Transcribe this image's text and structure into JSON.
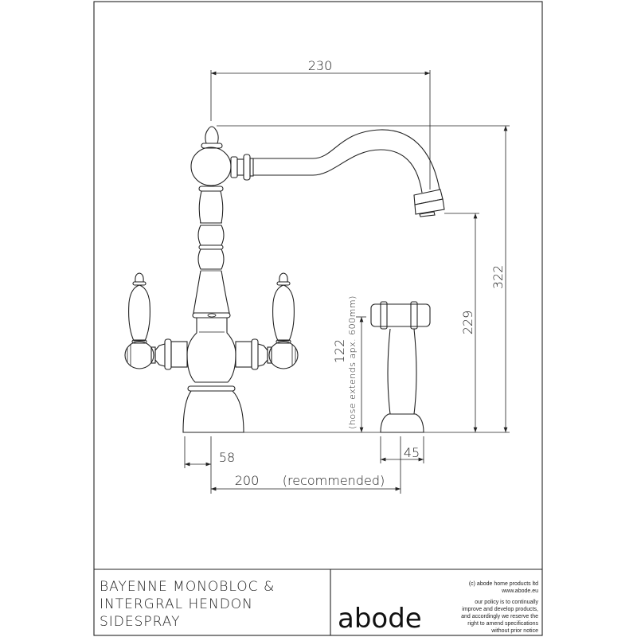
{
  "dimensions": {
    "spout_reach": "230",
    "overall_height": "322",
    "spout_outlet_height": "229",
    "sidespray_height": "122",
    "hose_note": "(hose extends apx. 600mm)",
    "base_diameter": "58",
    "centres": "200",
    "centres_note": "(recommended)",
    "sidespray_base": "45"
  },
  "title_block": {
    "title_lines": [
      "BAYENNE MONOBLOC &",
      "INTERGRAL HENDON",
      "SIDESPRAY"
    ],
    "logo": "abode",
    "copyright": "(c) abode home products ltd",
    "website": "www.abode.eu",
    "policy_lines": [
      "our policy is to continually",
      "improve and develop products,",
      "and accordingly we reserve the",
      "right to amend specifications",
      "without prior notice"
    ]
  }
}
